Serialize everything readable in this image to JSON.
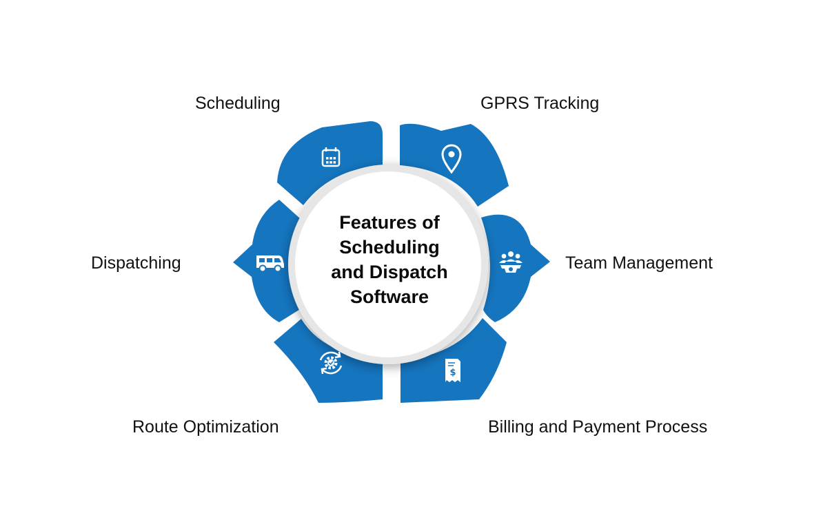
{
  "center": {
    "lines": [
      "Features of",
      "Scheduling",
      "and Dispatch",
      "Software"
    ]
  },
  "features": [
    {
      "label": "Scheduling",
      "icon": "calendar-icon"
    },
    {
      "label": "GPRS Tracking",
      "icon": "location-pin-icon"
    },
    {
      "label": "Team Management",
      "icon": "team-gear-icon"
    },
    {
      "label": "Billing and Payment Process",
      "icon": "invoice-icon"
    },
    {
      "label": "Route Optimization",
      "icon": "refresh-gear-icon"
    },
    {
      "label": "Dispatching",
      "icon": "van-icon"
    }
  ],
  "colors": {
    "segment": "#1575bf",
    "icon": "#ffffff",
    "text": "#111111",
    "background": "#ffffff"
  }
}
